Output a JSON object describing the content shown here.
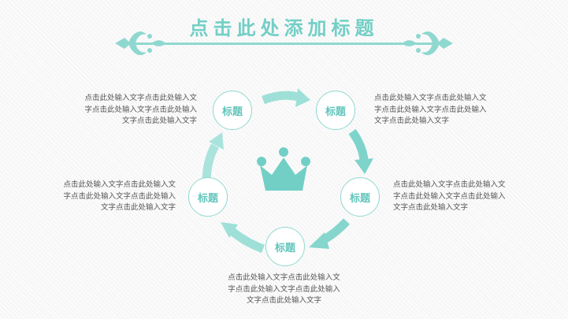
{
  "title": "点击此处添加标题",
  "colors": {
    "accent": "#72cfc6",
    "accent_light": "#9ee0d8",
    "text": "#555555"
  },
  "nodes": [
    {
      "label": "标题",
      "text": "点击此处输入文字点击此处输入文\n字点击此处输入文字点击此处输入\n文字点击此处输入文字"
    },
    {
      "label": "标题",
      "text": "点击此处输入文字点击此处输入文\n字点击此处输入文字点击此处输入\n文字点击此处输入文字"
    },
    {
      "label": "标题",
      "text": "点击此处输入文字点击此处输入文\n字点击此处输入文字点击此处输入\n文字点击此处输入文字"
    },
    {
      "label": "标题",
      "text": "点击此处输入文字点击此处输入文\n字点击此处输入文字点击此处输入\n文字点击此处输入文字"
    },
    {
      "label": "标题",
      "text": "点击此处输入文字点击此处输入文\n字点击此处输入文字点击此处输入\n文字点击此处输入文字"
    }
  ],
  "center_icon": "crown-icon",
  "ornament_icon": "fleur-de-lis-icon"
}
